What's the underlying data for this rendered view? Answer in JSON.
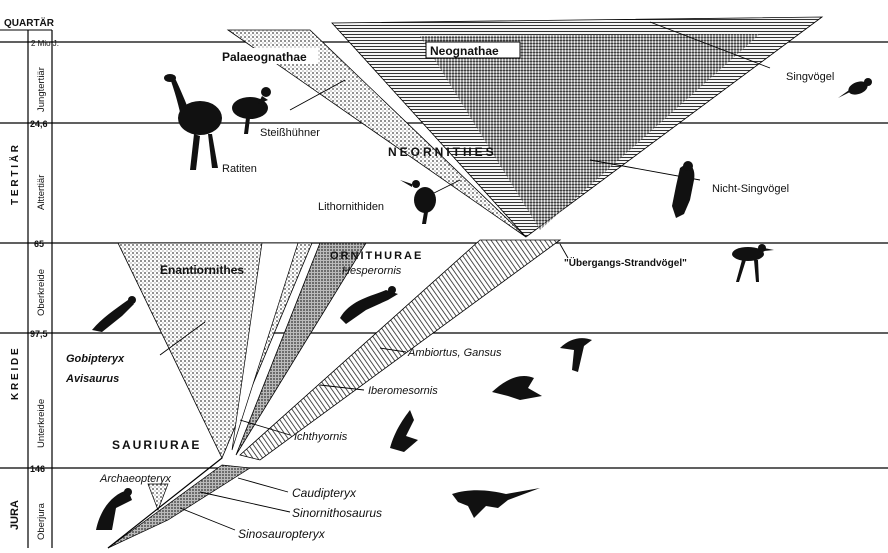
{
  "eras": {
    "quartaer": "QUARTÄR",
    "tertiaer": "T E R T I Ä R",
    "kreide": "K R E I D E",
    "jura": "JURA"
  },
  "epochs": {
    "jungtertiaer": "Jungtertiär",
    "alttertiaer": "Alttertiär",
    "oberkreide": "Oberkreide",
    "unterkreide": "Unterkreide",
    "oberjura": "Oberjura"
  },
  "time_marks": {
    "m2": "2 Mio J.",
    "m24": "24,6",
    "m65": "65",
    "m97": "97,5",
    "m146": "146"
  },
  "clades": {
    "neognathae": "Neognathae",
    "palaeognathae": "Palaeognathae",
    "neornithes": "NEORNITHES",
    "enantiornithes": "Enantiornithes",
    "ornithurae": "ORNITHURAE",
    "sauriurae": "SAURIURAE"
  },
  "taxa": {
    "singvoegel": "Singvögel",
    "steisshuehner": "Steißhühner",
    "ratiten": "Ratiten",
    "nicht_singvoegel": "Nicht-Singvögel",
    "lithornithiden": "Lithornithiden",
    "uebergangs": "\"Übergangs-Strandvögel\"",
    "hesperornis": "Hesperornis",
    "gobipteryx": "Gobipteryx",
    "avisaurus": "Avisaurus",
    "ambiortus": "Ambiortus, Gansus",
    "iberomesornis": "Iberomesornis",
    "ichthyornis": "Ichthyornis",
    "archaeopteryx": "Archaeopteryx",
    "caudipteryx": "Caudipteryx",
    "sinornithosaurus": "Sinornithosaurus",
    "sinosauropteryx": "Sinosauropteryx"
  }
}
